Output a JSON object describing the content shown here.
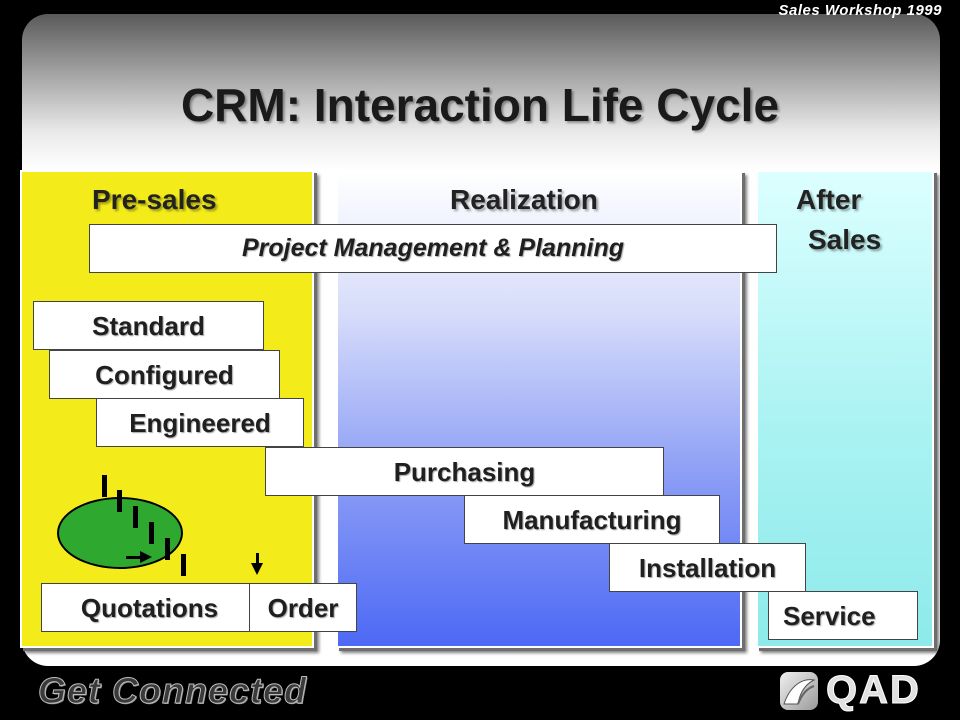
{
  "header": {
    "workshop_label": "Sales Workshop 1999",
    "title": "CRM: Interaction Life Cycle"
  },
  "columns": {
    "presales": {
      "label": "Pre-sales"
    },
    "realization": {
      "label": "Realization"
    },
    "aftersales": {
      "label_line1": "After",
      "label_line2": "Sales"
    }
  },
  "boxes": {
    "project_management": "Project Management & Planning",
    "standard": "Standard",
    "configured": "Configured",
    "engineered": "Engineered",
    "purchasing": "Purchasing",
    "manufacturing": "Manufacturing",
    "installation": "Installation",
    "quotations": "Quotations",
    "order": "Order",
    "service": "Service"
  },
  "footer": {
    "tagline": "Get Connected",
    "logo_text": "QAD",
    "logo_icon": "qad-swoosh-icon"
  },
  "colors": {
    "presales": "#f4ec1a",
    "realization_top": "#ffffff",
    "realization_bottom": "#4d69f5",
    "aftersales": "#a9f2f2",
    "process_blob": "#2ea82e"
  }
}
